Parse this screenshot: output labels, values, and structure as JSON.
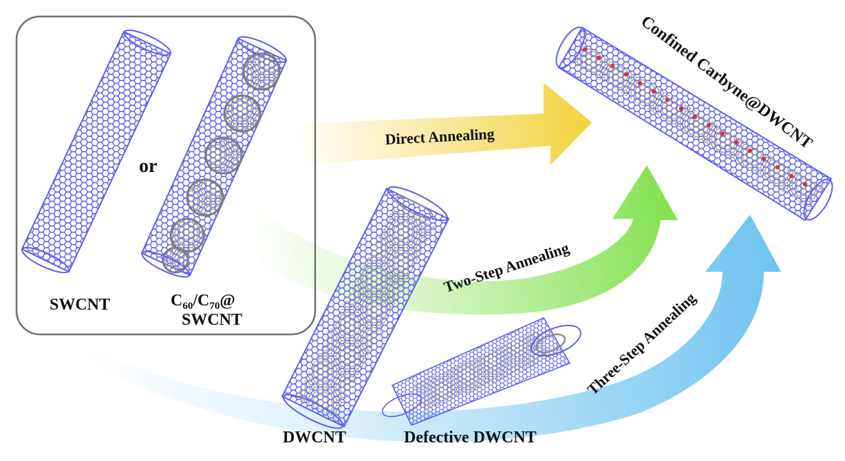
{
  "labels": {
    "swcnt": "SWCNT",
    "or": "or",
    "c60_line1_parts": [
      "C",
      "60",
      "/C",
      "70",
      "@"
    ],
    "c60_line2": "SWCNT",
    "dwcnt": "DWCNT",
    "defective_dwcnt": "Defective DWCNT",
    "product": "Confined Carbyne@DWCNT"
  },
  "arrows": {
    "direct": "Direct Annealing",
    "two_step": "Two-Step Annealing",
    "three_step": "Three-Step Annealing"
  },
  "colors": {
    "nanotube_lattice": "#5b5ff0",
    "inner_tube": "#8f8f8f",
    "carbyne_atoms": "#d43535",
    "direct_arrow": "#f2d23c",
    "two_step_arrow": "#7fe04a",
    "three_step_arrow": "#6fc3f0",
    "frame": "#6e6e6e"
  }
}
